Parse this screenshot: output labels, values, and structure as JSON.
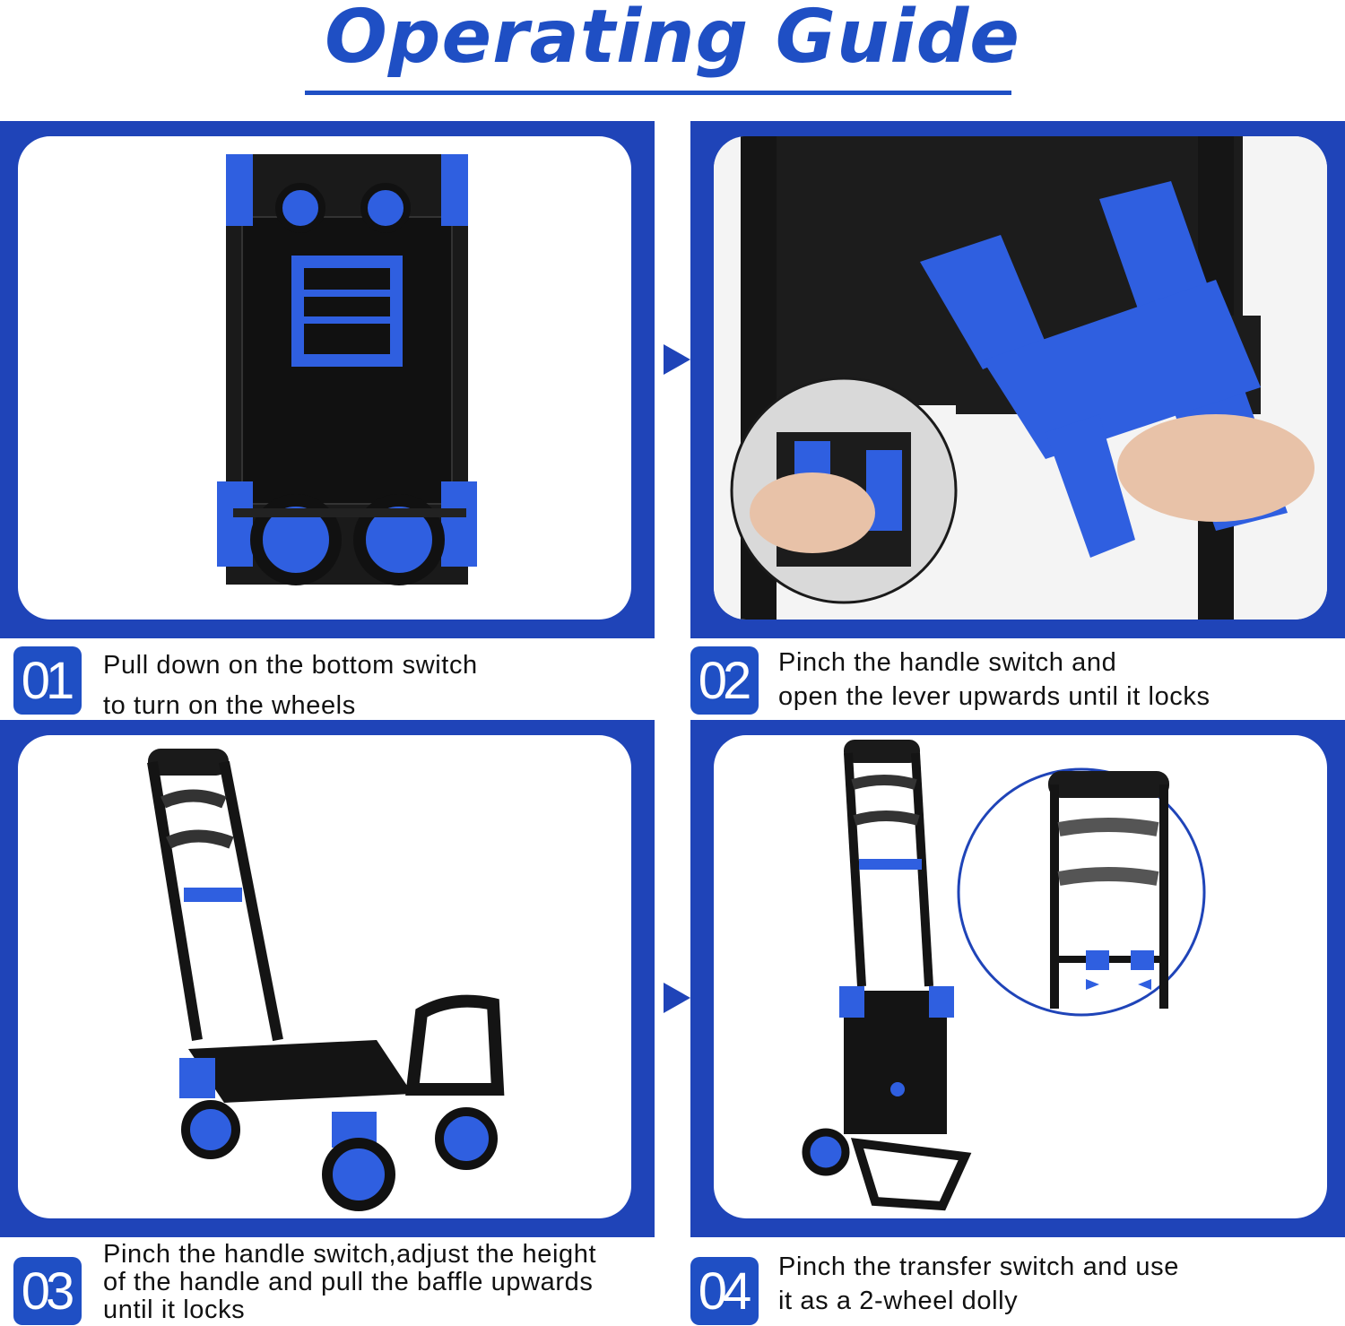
{
  "header": {
    "title": "Operating Guide"
  },
  "steps": [
    {
      "number": "01",
      "lines": [
        "Pull down on the bottom switch",
        "to turn on the wheels"
      ]
    },
    {
      "number": "02",
      "lines": [
        "Pinch the handle switch and",
        "open the lever upwards until it locks"
      ]
    },
    {
      "number": "03",
      "lines": [
        "Pinch the handle switch,adjust the height",
        "of the handle and pull the baffle upwards",
        "until it locks"
      ]
    },
    {
      "number": "04",
      "lines": [
        "Pinch the transfer switch and use",
        "it as a 2-wheel dolly"
      ]
    }
  ],
  "colors": {
    "accent": "#1f4fc4",
    "panel_border": "#1f44b8",
    "cart_blue": "#2f5fe0",
    "cart_black": "#141414"
  }
}
